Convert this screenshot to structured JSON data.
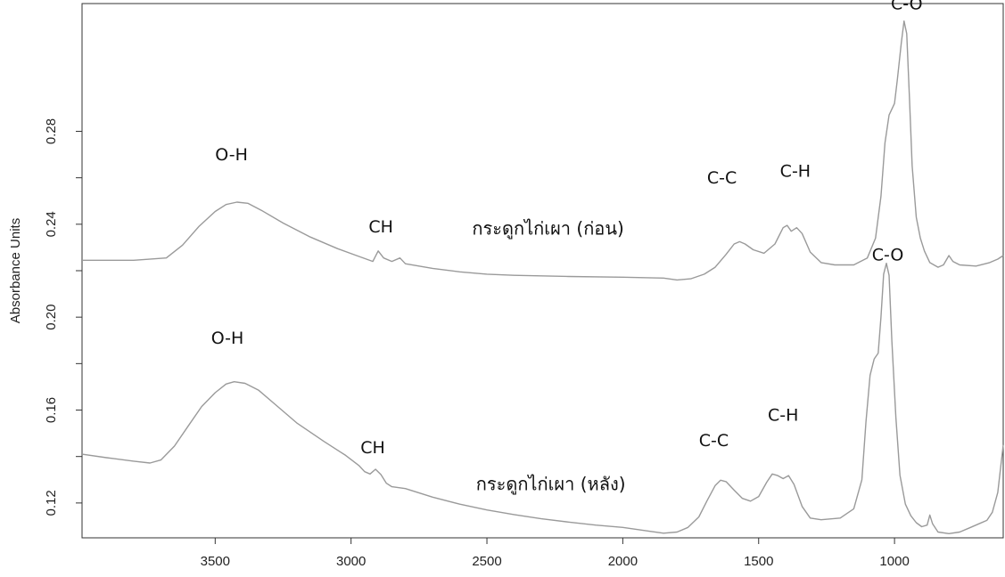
{
  "chart_data": {
    "type": "line",
    "title": "",
    "xlabel": "",
    "ylabel": "Absorbance Units",
    "xlim": [
      3990,
      600
    ],
    "ylim": [
      0.105,
      0.335
    ],
    "x_reversed": true,
    "grid": false,
    "x_ticks": [
      3500,
      3000,
      2500,
      2000,
      1500,
      1000
    ],
    "y_ticks": [
      0.12,
      0.16,
      0.2,
      0.24,
      0.28
    ],
    "y_tick_labels": [
      "0.12",
      "0.16",
      "0.20",
      "0.24",
      "0.28"
    ],
    "series": [
      {
        "name": "กระดูกไก่เผา (ก่อน)",
        "color": "#9a9a9a",
        "points": [
          [
            3990,
            0.2245
          ],
          [
            3800,
            0.2245
          ],
          [
            3680,
            0.2255
          ],
          [
            3620,
            0.231
          ],
          [
            3560,
            0.239
          ],
          [
            3500,
            0.2455
          ],
          [
            3460,
            0.2485
          ],
          [
            3420,
            0.2495
          ],
          [
            3380,
            0.249
          ],
          [
            3330,
            0.246
          ],
          [
            3250,
            0.2405
          ],
          [
            3150,
            0.2345
          ],
          [
            3050,
            0.2295
          ],
          [
            2980,
            0.2265
          ],
          [
            2920,
            0.224
          ],
          [
            2900,
            0.2285
          ],
          [
            2880,
            0.2255
          ],
          [
            2850,
            0.224
          ],
          [
            2820,
            0.2255
          ],
          [
            2800,
            0.223
          ],
          [
            2700,
            0.221
          ],
          [
            2600,
            0.2195
          ],
          [
            2500,
            0.2185
          ],
          [
            2400,
            0.218
          ],
          [
            2200,
            0.2175
          ],
          [
            2000,
            0.2172
          ],
          [
            1850,
            0.2168
          ],
          [
            1800,
            0.216
          ],
          [
            1750,
            0.2165
          ],
          [
            1700,
            0.2185
          ],
          [
            1660,
            0.2215
          ],
          [
            1620,
            0.227
          ],
          [
            1590,
            0.2315
          ],
          [
            1570,
            0.2325
          ],
          [
            1550,
            0.2315
          ],
          [
            1520,
            0.229
          ],
          [
            1480,
            0.2275
          ],
          [
            1440,
            0.2315
          ],
          [
            1410,
            0.2385
          ],
          [
            1395,
            0.2395
          ],
          [
            1380,
            0.237
          ],
          [
            1360,
            0.2385
          ],
          [
            1340,
            0.236
          ],
          [
            1310,
            0.228
          ],
          [
            1270,
            0.2235
          ],
          [
            1220,
            0.2225
          ],
          [
            1150,
            0.2225
          ],
          [
            1100,
            0.2255
          ],
          [
            1070,
            0.234
          ],
          [
            1050,
            0.252
          ],
          [
            1035,
            0.275
          ],
          [
            1020,
            0.287
          ],
          [
            1000,
            0.292
          ],
          [
            990,
            0.302
          ],
          [
            975,
            0.318
          ],
          [
            965,
            0.3275
          ],
          [
            955,
            0.322
          ],
          [
            945,
            0.294
          ],
          [
            935,
            0.265
          ],
          [
            920,
            0.243
          ],
          [
            905,
            0.234
          ],
          [
            890,
            0.2285
          ],
          [
            870,
            0.2235
          ],
          [
            840,
            0.2215
          ],
          [
            820,
            0.2225
          ],
          [
            800,
            0.2265
          ],
          [
            785,
            0.224
          ],
          [
            760,
            0.2225
          ],
          [
            700,
            0.222
          ],
          [
            650,
            0.2235
          ],
          [
            620,
            0.225
          ],
          [
            600,
            0.2265
          ]
        ]
      },
      {
        "name": "กระดูกไก่เผา (หลัง)",
        "color": "#9a9a9a",
        "points": [
          [
            3990,
            0.141
          ],
          [
            3900,
            0.1395
          ],
          [
            3800,
            0.138
          ],
          [
            3740,
            0.1372
          ],
          [
            3700,
            0.1385
          ],
          [
            3650,
            0.1445
          ],
          [
            3600,
            0.153
          ],
          [
            3550,
            0.1615
          ],
          [
            3500,
            0.1675
          ],
          [
            3460,
            0.1712
          ],
          [
            3430,
            0.1722
          ],
          [
            3390,
            0.1715
          ],
          [
            3340,
            0.1685
          ],
          [
            3280,
            0.1625
          ],
          [
            3200,
            0.1545
          ],
          [
            3100,
            0.1465
          ],
          [
            3020,
            0.1405
          ],
          [
            2970,
            0.136
          ],
          [
            2950,
            0.1335
          ],
          [
            2930,
            0.1325
          ],
          [
            2910,
            0.1345
          ],
          [
            2890,
            0.1322
          ],
          [
            2870,
            0.1285
          ],
          [
            2850,
            0.127
          ],
          [
            2800,
            0.1262
          ],
          [
            2700,
            0.1225
          ],
          [
            2600,
            0.1195
          ],
          [
            2500,
            0.117
          ],
          [
            2400,
            0.115
          ],
          [
            2300,
            0.1132
          ],
          [
            2200,
            0.1118
          ],
          [
            2100,
            0.1105
          ],
          [
            2000,
            0.1095
          ],
          [
            1900,
            0.1078
          ],
          [
            1850,
            0.107
          ],
          [
            1800,
            0.1075
          ],
          [
            1760,
            0.1095
          ],
          [
            1720,
            0.114
          ],
          [
            1690,
            0.121
          ],
          [
            1660,
            0.1275
          ],
          [
            1640,
            0.1298
          ],
          [
            1620,
            0.1292
          ],
          [
            1590,
            0.1255
          ],
          [
            1560,
            0.122
          ],
          [
            1530,
            0.1208
          ],
          [
            1500,
            0.1228
          ],
          [
            1470,
            0.129
          ],
          [
            1450,
            0.1325
          ],
          [
            1430,
            0.1318
          ],
          [
            1410,
            0.1305
          ],
          [
            1390,
            0.1318
          ],
          [
            1370,
            0.128
          ],
          [
            1340,
            0.1185
          ],
          [
            1310,
            0.1135
          ],
          [
            1270,
            0.1128
          ],
          [
            1200,
            0.1135
          ],
          [
            1150,
            0.1175
          ],
          [
            1120,
            0.13
          ],
          [
            1105,
            0.155
          ],
          [
            1090,
            0.175
          ],
          [
            1075,
            0.182
          ],
          [
            1060,
            0.1845
          ],
          [
            1050,
            0.2
          ],
          [
            1040,
            0.2185
          ],
          [
            1030,
            0.2232
          ],
          [
            1020,
            0.218
          ],
          [
            1010,
            0.19
          ],
          [
            995,
            0.157
          ],
          [
            980,
            0.132
          ],
          [
            960,
            0.1195
          ],
          [
            940,
            0.1145
          ],
          [
            920,
            0.1115
          ],
          [
            900,
            0.1098
          ],
          [
            880,
            0.1105
          ],
          [
            870,
            0.1148
          ],
          [
            860,
            0.111
          ],
          [
            840,
            0.1075
          ],
          [
            800,
            0.1068
          ],
          [
            760,
            0.1075
          ],
          [
            720,
            0.1095
          ],
          [
            690,
            0.111
          ],
          [
            660,
            0.1125
          ],
          [
            640,
            0.116
          ],
          [
            620,
            0.1245
          ],
          [
            600,
            0.145
          ]
        ]
      }
    ],
    "annotations": [
      {
        "text": "O-H",
        "x": 3440,
        "y": 0.2675
      },
      {
        "text": "CH",
        "x": 2890,
        "y": 0.2365
      },
      {
        "text": "C-C",
        "x": 1635,
        "y": 0.2575
      },
      {
        "text": "C-H",
        "x": 1365,
        "y": 0.2605
      },
      {
        "text": "C-O",
        "x": 955,
        "y": 0.3325
      },
      {
        "text": "กระดูกไก่เผา (ก่อน)",
        "x": 2275,
        "y": 0.2355
      },
      {
        "text": "O-H",
        "x": 3455,
        "y": 0.1885
      },
      {
        "text": "CH",
        "x": 2920,
        "y": 0.1415
      },
      {
        "text": "C-C",
        "x": 1665,
        "y": 0.1445
      },
      {
        "text": "C-H",
        "x": 1410,
        "y": 0.1555
      },
      {
        "text": "C-O",
        "x": 1025,
        "y": 0.2245
      },
      {
        "text": "กระดูกไก่เผา (หลัง)",
        "x": 2265,
        "y": 0.1255
      }
    ]
  }
}
